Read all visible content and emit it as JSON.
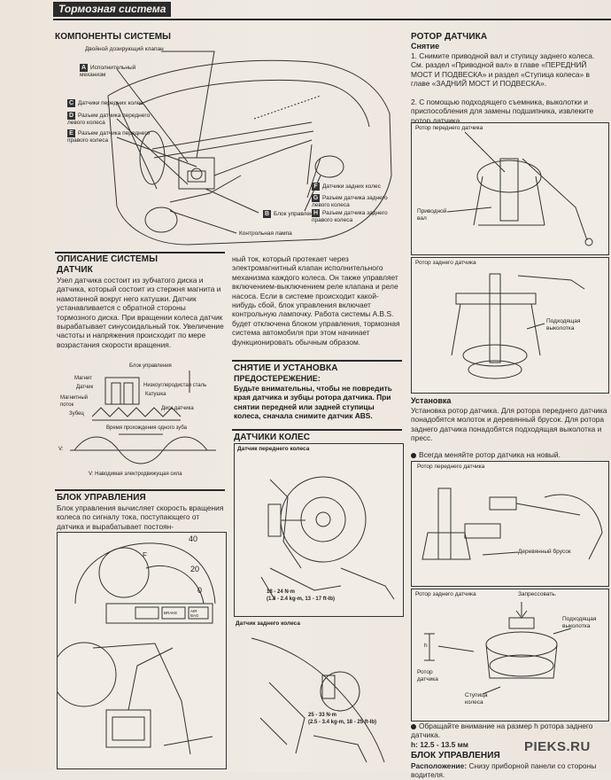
{
  "header": {
    "title": "Тормозная система"
  },
  "components": {
    "heading": "КОМПОНЕНТЫ СИСТЕМЫ",
    "callouts": {
      "dual_valve": "Двойной дозирующий клапан",
      "A": "Исполнительный механизм",
      "C": "Датчики передних колес",
      "D": "Разъем датчика переднего левого колеса",
      "E": "Разъем датчика переднего правого колеса",
      "F": "Датчики задних колес",
      "G": "Разъем датчика заднего левого колеса",
      "B": "Блок управления",
      "H": "Разъем датчика заднего правого колеса",
      "lamp": "Контрольная лампа"
    },
    "keys": {
      "A": "A",
      "B": "B",
      "C": "C",
      "D": "D",
      "E": "E",
      "F": "F",
      "G": "G",
      "H": "H"
    }
  },
  "description": {
    "heading": "ОПИСАНИЕ СИСТЕМЫ",
    "sensor_heading": "ДАТЧИК",
    "sensor_text": "Узел датчика состоит из зубчатого диска и датчика, который состоит из стержня магнита и намотанной вокруг него катушки. Датчик устанавливается с обратной стороны тормозного диска. При вращении колеса датчик вырабатывает синусоидальный ток. Увеличение частоты и напряжения происходит по мере возрастания скорости вращения.",
    "sensor_fig": {
      "control_unit": "Блок управления",
      "magnet": "Магнит",
      "sensor": "Датчик",
      "low_carbon_steel": "Низкоуглеродистая сталь",
      "coil": "Катушка",
      "magnetic_flux": "Магнитный поток",
      "teeth": "Зубец",
      "sensor_disk": "Диск датчика",
      "tooth_time": "Время прохождения одного зуба",
      "v_letter": "V:",
      "v_caption": "V: Наводимая электродвижущая сила"
    },
    "control_heading": "БЛОК УПРАВЛЕНИЯ",
    "control_text": "Блок управления вычисляет скорость вращения колеса по сигналу тока, поступающего от датчика и вырабатывает постоян-",
    "continued_text": "ный ток, который протекает через электромагнитный клапан исполнительного механизма каждого колеса. Он также управляет включением-выключением реле клапана и реле насоса. Если в системе происходит какой-нибудь сбой, блок управления включает контрольную лампочку. Работа системы A.B.S. будет отключена блоком управления, тормозная система автомобиля при этом начинает функционировать обычным образом.",
    "dash": {
      "n40": "40",
      "n20": "20",
      "n0": "0",
      "f": "F",
      "brake": "BRAKE",
      "airbag": "AIR BAG"
    }
  },
  "removal": {
    "heading": "СНЯТИЕ И УСТАНОВКА",
    "warning_heading": "ПРЕДОСТЕРЕЖЕНИЕ:",
    "warning_text": "Будьте внимательны, чтобы не повредить края датчика и зубцы ротора датчика. При снятии передней или задней ступицы колеса, сначала снимите датчик ABS."
  },
  "wheel_sensors": {
    "heading": "ДАТЧИКИ КОЛЕС",
    "front_label": "Датчик переднего колеса",
    "front_torque_1": "18 - 24 N·m",
    "front_torque_2": "(1.8 - 2.4 kg-m, 13 - 17 ft-lb)",
    "rear_label": "Датчик заднего колеса",
    "rear_torque_1": "25 - 33 N·m",
    "rear_torque_2": "(2.5 - 3.4 kg-m, 18 - 25 ft-lb)"
  },
  "rotor": {
    "heading": "РОТОР ДАТЧИКА",
    "removal_heading": "Снятие",
    "step1": "1. Снимите приводной вал и ступицу заднего колеса. См. раздел «Приводной вал» в главе «ПЕРЕДНИЙ МОСТ И ПОДВЕСКА» и раздел «Ступица колеса» в главе «ЗАДНИЙ МОСТ И ПОДВЕСКА».",
    "step2": "2. С помощью подходящего съемника, выколотки и приспособления для замены подшипника, извлеките ротор датчика.",
    "fig1_title": "Ротор переднего датчика",
    "fig1_shaft": "Приводной вал",
    "fig2_title": "Ротор заднего датчика",
    "fig2_tool": "Подходящая выколотка",
    "install_heading": "Установка",
    "install_text": "Установка ротор датчика. Для ротора переднего датчика понадобятся молоток и деревянный брусок. Для ротора заднего датчика понадобятся подходящая выколотка и пресс.",
    "always": "Всегда меняйте ротор датчика на новый.",
    "fig3_title": "Ротор переднего датчика",
    "fig3_block": "Деревянный брусок",
    "fig4_title": "Ротор заднего датчика",
    "fig4_press": "Запрессовать.",
    "fig4_tool": "Подходящая выколотка",
    "fig4_rotor": "Ротор датчика",
    "fig4_hub": "Ступица колеса",
    "fig4_h": "h",
    "note": "Обращайте внимание на размер h ротора заднего датчика.",
    "h_value": "h: 12.5 - 13.5 мм"
  },
  "control_unit_section": {
    "heading": "БЛОК УПРАВЛЕНИЯ",
    "location_label": "Расположение:",
    "location_text": "Снизу приборной панели со стороны водителя."
  },
  "watermark": "PIEKS.RU"
}
